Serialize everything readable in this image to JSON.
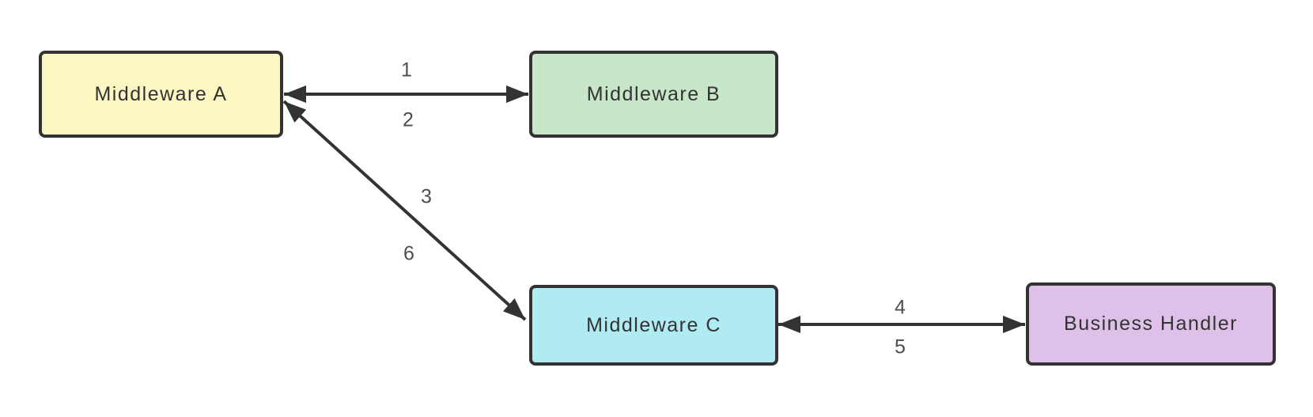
{
  "diagram": {
    "type": "flow-diagram",
    "background_color": "#ffffff",
    "stroke_color": "#333333",
    "edge_label_color": "#4d4d4d",
    "node_text_color": "#333333",
    "nodes": [
      {
        "id": "middleware-a",
        "label": "Middleware A",
        "fill_color": "#fcf7c2"
      },
      {
        "id": "middleware-b",
        "label": "Middleware B",
        "fill_color": "#c8e6c9"
      },
      {
        "id": "middleware-c",
        "label": "Middleware C",
        "fill_color": "#b0eaf2"
      },
      {
        "id": "business-handler",
        "label": "Business Handler",
        "fill_color": "#dfc0e8"
      }
    ],
    "edges": [
      {
        "from": "Middleware A",
        "to": "Middleware B",
        "style": "bidirectional",
        "labels": {
          "forward": "1",
          "reverse": "2"
        }
      },
      {
        "from": "Middleware A",
        "to": "Middleware C",
        "style": "bidirectional",
        "labels": {
          "forward": "3",
          "reverse": "6"
        }
      },
      {
        "from": "Middleware C",
        "to": "Business Handler",
        "style": "bidirectional",
        "labels": {
          "forward": "4",
          "reverse": "5"
        }
      }
    ]
  }
}
